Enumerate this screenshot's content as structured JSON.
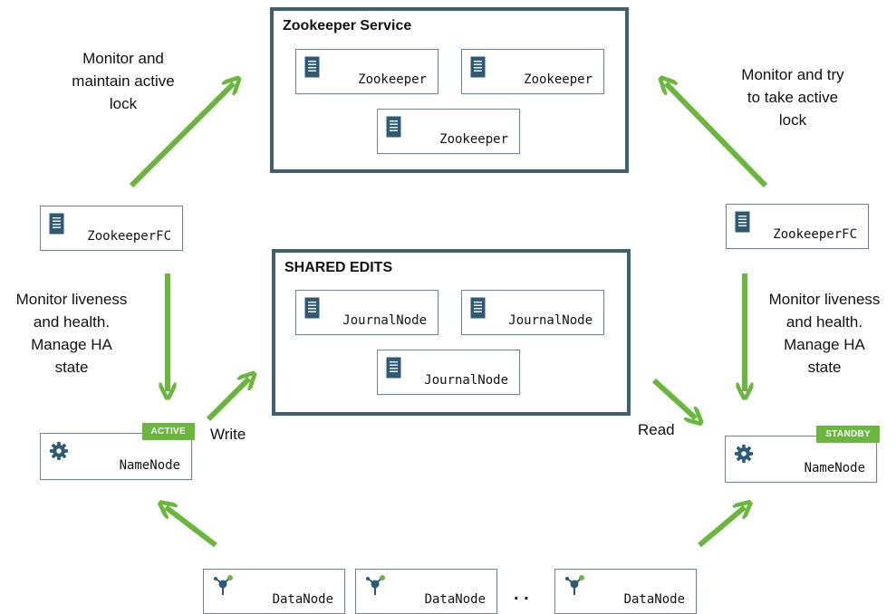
{
  "zookeeper_service": {
    "title": "Zookeeper Service",
    "nodes": [
      "Zookeeper",
      "Zookeeper",
      "Zookeeper"
    ]
  },
  "shared_edits": {
    "title": "SHARED EDITS",
    "nodes": [
      "JournalNode",
      "JournalNode",
      "JournalNode"
    ]
  },
  "left": {
    "failover_controller": "ZookeeperFC",
    "namenode": "NameNode",
    "badge": "ACTIVE",
    "lock_caption": "Monitor and\nmaintain active\nlock",
    "health_caption": "Monitor liveness\nand health.\nManage HA\nstate"
  },
  "right": {
    "failover_controller": "ZookeeperFC",
    "namenode": "NameNode",
    "badge": "STANDBY",
    "lock_caption": "Monitor and try\nto take active\nlock",
    "health_caption": "Monitor liveness\nand health.\nManage HA\nstate"
  },
  "edge_labels": {
    "write": "Write",
    "read": "Read"
  },
  "datanodes": [
    "DataNode",
    "DataNode",
    "DataNode"
  ],
  "ellipsis": ". .",
  "colors": {
    "arrow": "#6bb63e",
    "border": "#3f5f73",
    "icon": "#2f5a76",
    "badge": "#6bb63e"
  }
}
